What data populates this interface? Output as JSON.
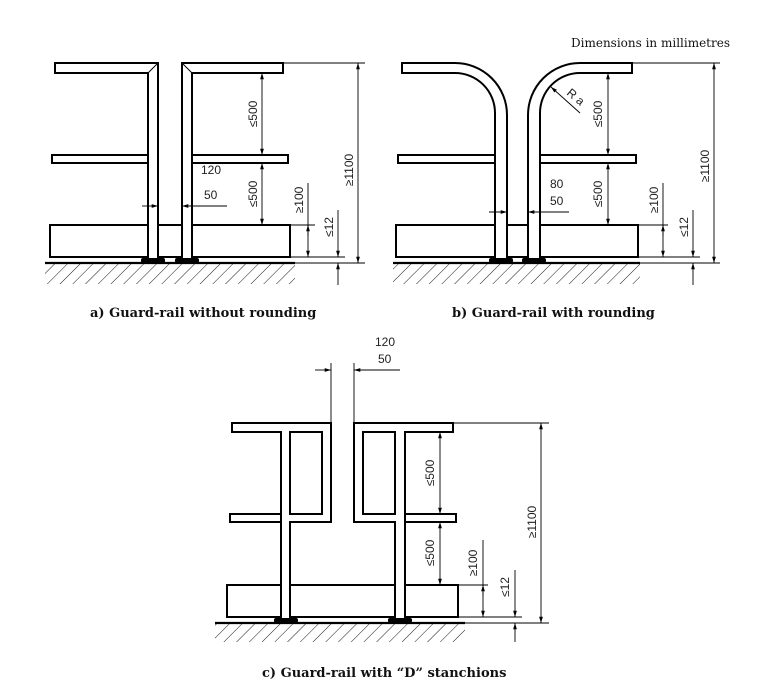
{
  "header": {
    "note": "Dimensions in millimetres"
  },
  "figures": [
    {
      "caption": "a)  Guard-rail without rounding",
      "dims": {
        "gap_max": "120",
        "gap_min": "50",
        "spacing_upper": "≤500",
        "spacing_lower": "≤500",
        "toeboard": "≥100",
        "floor_gap": "≤12",
        "height": "≥1100"
      }
    },
    {
      "caption": "b)  Guard-rail with rounding",
      "dims": {
        "gap_max": "80",
        "gap_min": "50",
        "radius": "R a",
        "spacing_upper": "≤500",
        "spacing_lower": "≤500",
        "toeboard": "≥100",
        "floor_gap": "≤12",
        "height": "≥1100"
      }
    },
    {
      "caption": "c)  Guard-rail with “D” stanchions",
      "dims": {
        "gap_max": "120",
        "gap_min": "50",
        "spacing_upper": "≤500",
        "spacing_lower": "≤500",
        "toeboard": "≥100",
        "floor_gap": "≤12",
        "height": "≥1100"
      }
    }
  ]
}
